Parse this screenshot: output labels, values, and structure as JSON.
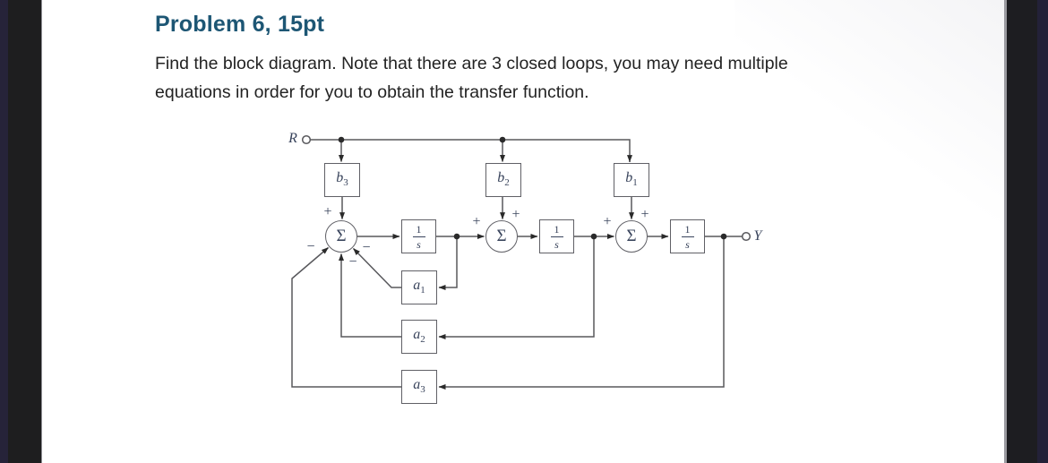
{
  "header": {
    "title": "Problem 6, 15pt",
    "body_line1": "Find the block diagram. Note that there are 3 closed loops, you may need multiple",
    "body_line2": "equations in order for you to obtain the transfer function."
  },
  "colors": {
    "title_accent": "#1d5674",
    "diagram_ink": "#39445c",
    "line": "#58585c"
  },
  "diagram": {
    "input_label": "R",
    "output_label": "Y",
    "sum_symbol": "Σ",
    "integrator": {
      "num": "1",
      "den": "s"
    },
    "gains": {
      "b3": {
        "base": "b",
        "sub": "3"
      },
      "b2": {
        "base": "b",
        "sub": "2"
      },
      "b1": {
        "base": "b",
        "sub": "1"
      },
      "a1": {
        "base": "a",
        "sub": "1"
      },
      "a2": {
        "base": "a",
        "sub": "2"
      },
      "a3": {
        "base": "a",
        "sub": "3"
      }
    },
    "signs": {
      "sum1_top": "+",
      "sum1_left": "−",
      "sum1_right": "−",
      "sum1_bottom": "−",
      "sum2_left": "+",
      "sum2_top": "+",
      "sum3_left": "+",
      "sum3_top": "+"
    }
  }
}
